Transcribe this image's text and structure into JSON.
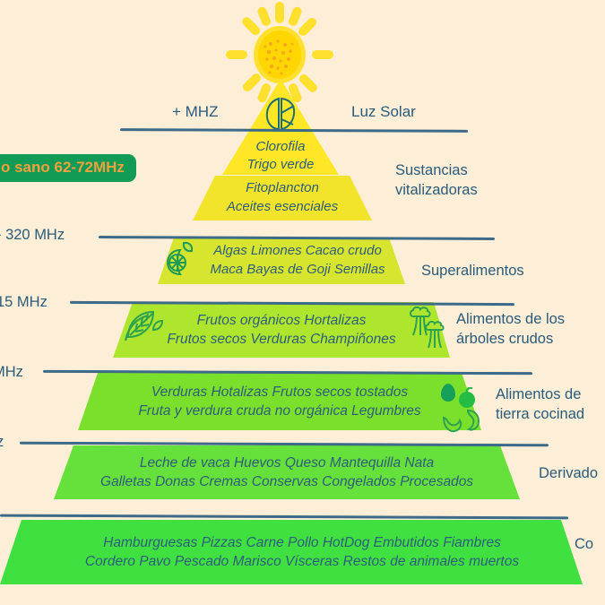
{
  "background_color": "#fdeed8",
  "ink_color": "#2b5b7a",
  "header": {
    "left_label": "+ MHZ",
    "right_label": "Luz Solar",
    "sun_icon": "sun-icon",
    "leaf_icon": "leaf-icon"
  },
  "badge": {
    "text": "o sano 62-72MHz",
    "full_text_hint": "o sano 62-72MHz",
    "bg_color": "#119B55",
    "text_color": "#F2A03D"
  },
  "freq_labels": [
    {
      "text": "- 320  MHz"
    },
    {
      "text": "15 MHz"
    },
    {
      "text": "MHz"
    },
    {
      "text": "z"
    }
  ],
  "categories": [
    {
      "lines": [
        "Sustancias",
        "vitalizadoras"
      ]
    },
    {
      "lines": [
        "Superalimentos"
      ]
    },
    {
      "lines": [
        "Alimentos de los",
        "árboles crudos"
      ]
    },
    {
      "lines": [
        "Alimentos de",
        "tierra cocinad"
      ]
    },
    {
      "lines": [
        "Derivado"
      ]
    },
    {
      "lines": [
        "Co"
      ]
    }
  ],
  "tiers": [
    {
      "id": "tier-1-clorofila",
      "color": "#FFE627",
      "lines": [
        "Clorofila",
        "Trigo verde"
      ],
      "icons": []
    },
    {
      "id": "tier-2-sustancias-vitalizadoras",
      "color": "#F2E42B",
      "lines": [
        "Fitoplancton",
        "Aceites esenciales"
      ],
      "icons": []
    },
    {
      "id": "tier-3-superalimentos",
      "color": "#D7E52E",
      "lines": [
        "Algas Limones Cacao crudo",
        "Maca Bayas de Goji Semillas"
      ],
      "icons": [
        "lemon-slice-icon"
      ]
    },
    {
      "id": "tier-4-alimentos-arboles-crudos",
      "color": "#AEE62E",
      "lines": [
        "Frutos orgánicos Hortalizas",
        "Frutos secos  Verduras Champiñones"
      ],
      "icons": [
        "leaves-icon",
        "broccoli-icon",
        "broccoli-icon"
      ]
    },
    {
      "id": "tier-5-alimentos-tierra-cocinados",
      "color": "#7BE02C",
      "lines": [
        "Verduras Hotalizas Frutos secos tostados",
        "Fruta y verdura cruda no orgánica Legumbres"
      ],
      "icons": [
        "avocado-icon",
        "pepper-icon",
        "bean-icon",
        "cashew-icon"
      ]
    },
    {
      "id": "tier-6-derivados",
      "color": "#66E03A",
      "lines": [
        "Leche de vaca Huevos Queso Mantequilla Nata",
        "Galletas Donas Cremas Conservas Congelados Procesados"
      ],
      "icons": []
    },
    {
      "id": "tier-7-comida",
      "color": "#3FE03F",
      "lines": [
        "Hamburguesas Pizzas Carne Pollo HotDog Embutidos Fiambres",
        "Cordero Pavo Pescado Marisco Vísceras Restos de animales muertos"
      ],
      "icons": []
    }
  ]
}
